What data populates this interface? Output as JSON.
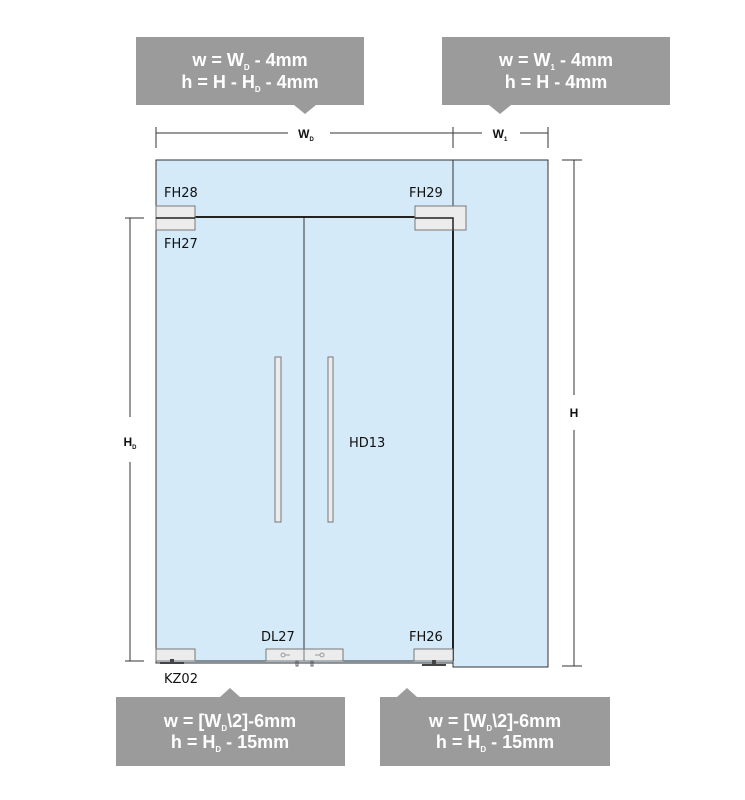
{
  "callouts": {
    "transom": {
      "w": {
        "pre": "w = W",
        "sub": "D",
        "post": " - 4mm"
      },
      "h": {
        "pre": "h = H - H",
        "sub": "D",
        "post": " - 4mm"
      }
    },
    "side_panel": {
      "w": {
        "pre": "w = W",
        "sub": "1",
        "post": " - 4mm"
      },
      "h": {
        "pre": "h = H - 4mm",
        "sub": "",
        "post": ""
      }
    },
    "left_door": {
      "w": {
        "pre": "w = [W",
        "sub": "D",
        "post": "\\2]-6mm"
      },
      "h": {
        "pre": "h = H",
        "sub": "D",
        "post": " - 15mm"
      }
    },
    "right_door": {
      "w": {
        "pre": "w = [W",
        "sub": "D",
        "post": "\\2]-6mm"
      },
      "h": {
        "pre": "h = H",
        "sub": "D",
        "post": " - 15mm"
      }
    }
  },
  "dimensions": {
    "wd": {
      "main": "W",
      "sub": "D"
    },
    "w1": {
      "main": "W",
      "sub": "1"
    },
    "hd": {
      "main": "H",
      "sub": "D"
    },
    "h": {
      "main": "H"
    }
  },
  "labels": {
    "fh28": "FH28",
    "fh27": "FH27",
    "fh29": "FH29",
    "hd13": "HD13",
    "dl27": "DL27",
    "fh26": "FH26",
    "kz02": "KZ02"
  },
  "colors": {
    "glass": "#d5eaf9",
    "callout": "#9b9b9b"
  }
}
